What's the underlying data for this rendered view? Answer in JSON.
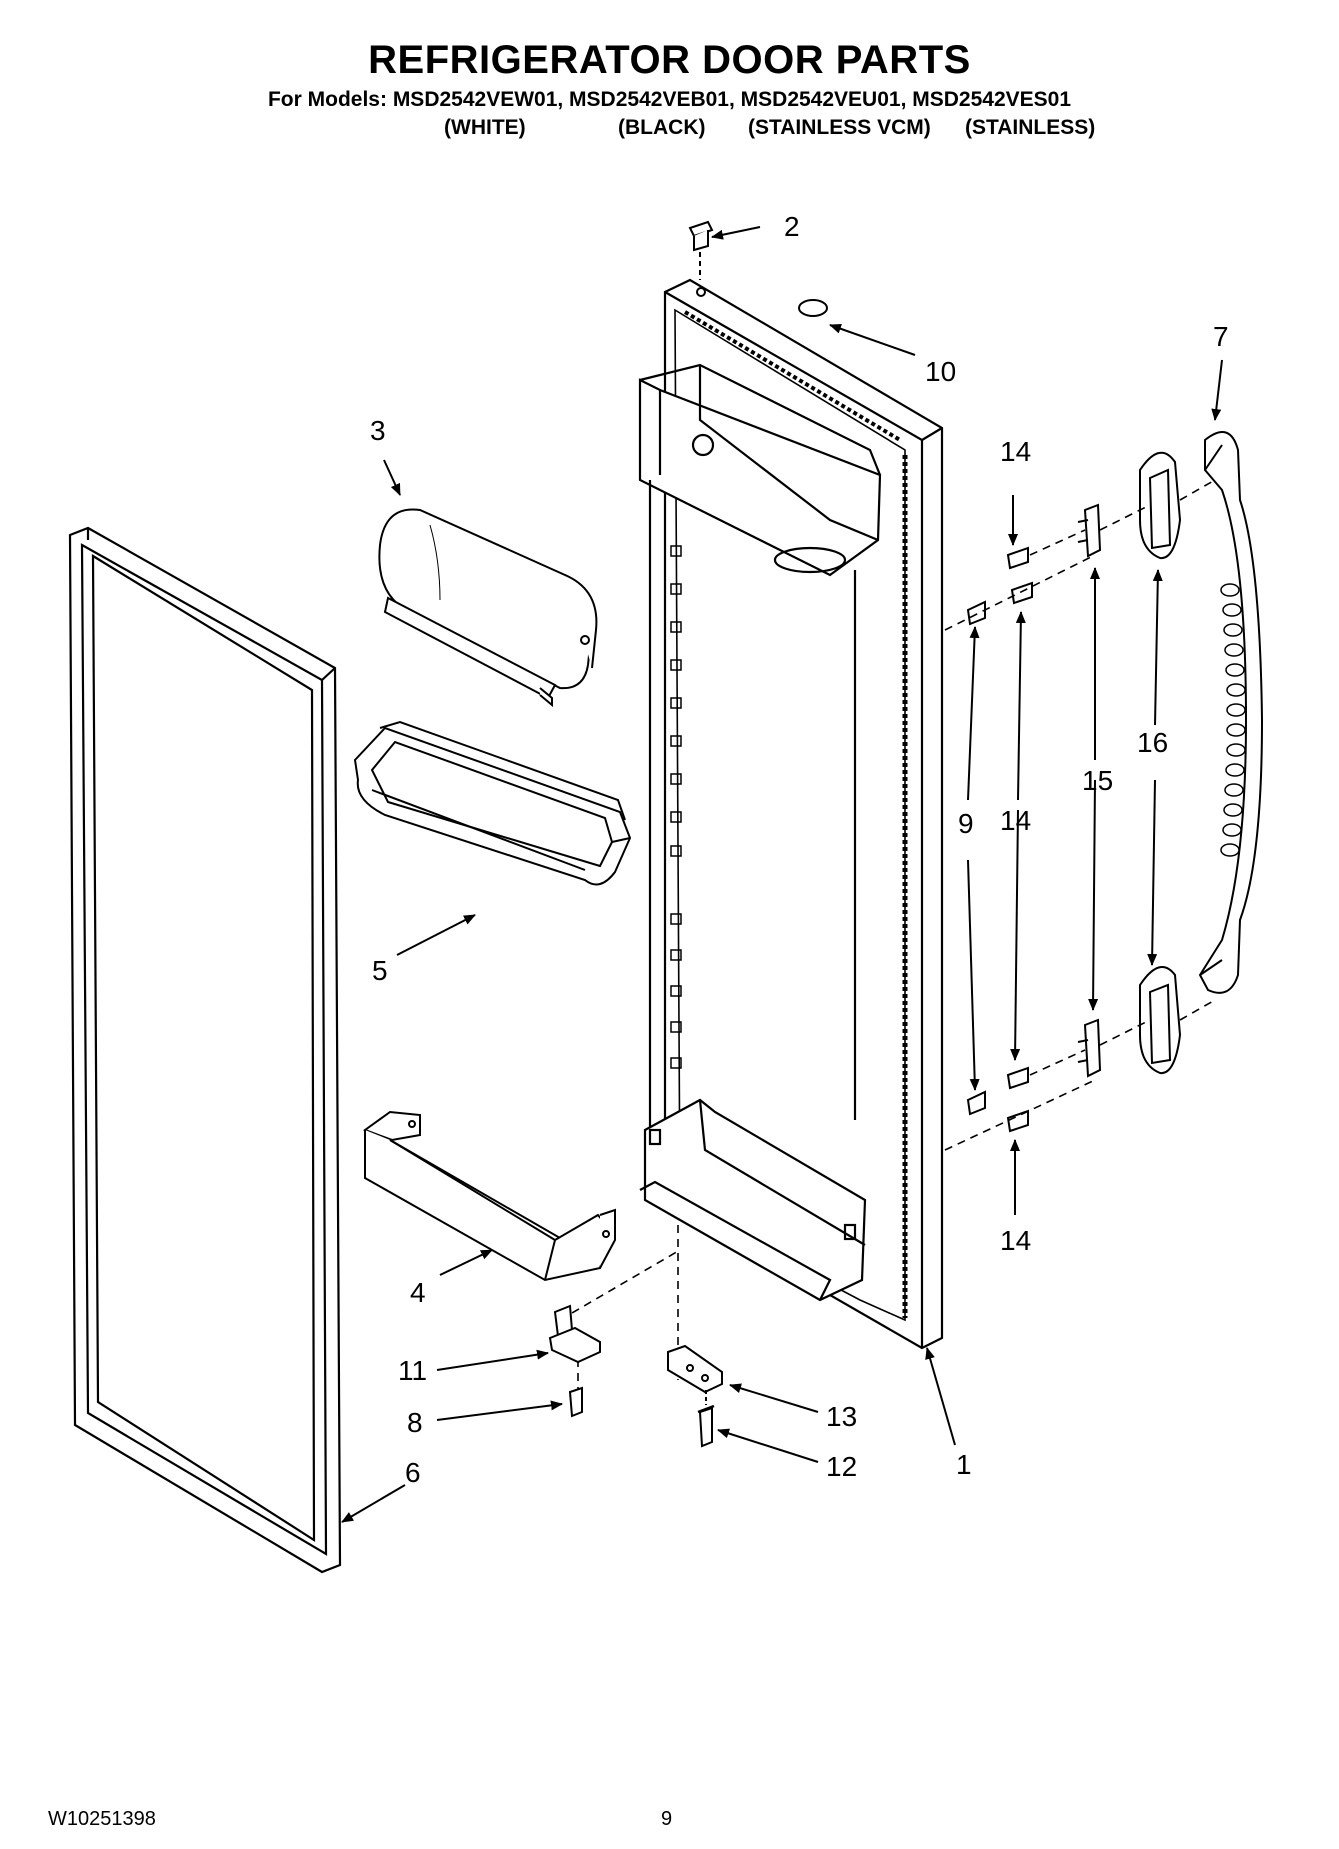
{
  "header": {
    "title": "REFRIGERATOR DOOR PARTS",
    "models_line": "For Models: MSD2542VEW01, MSD2542VEB01, MSD2542VEU01, MSD2542VES01",
    "variants": [
      "(WHITE)",
      "(BLACK)",
      "(STAINLESS VCM)",
      "(STAINLESS)"
    ]
  },
  "callouts": [
    "2",
    "10",
    "7",
    "3",
    "14",
    "14",
    "16",
    "15",
    "9",
    "14",
    "5",
    "14",
    "4",
    "11",
    "13",
    "8",
    "12",
    "1",
    "6"
  ],
  "footer": {
    "doc_number": "W10251398",
    "page_number": "9"
  }
}
